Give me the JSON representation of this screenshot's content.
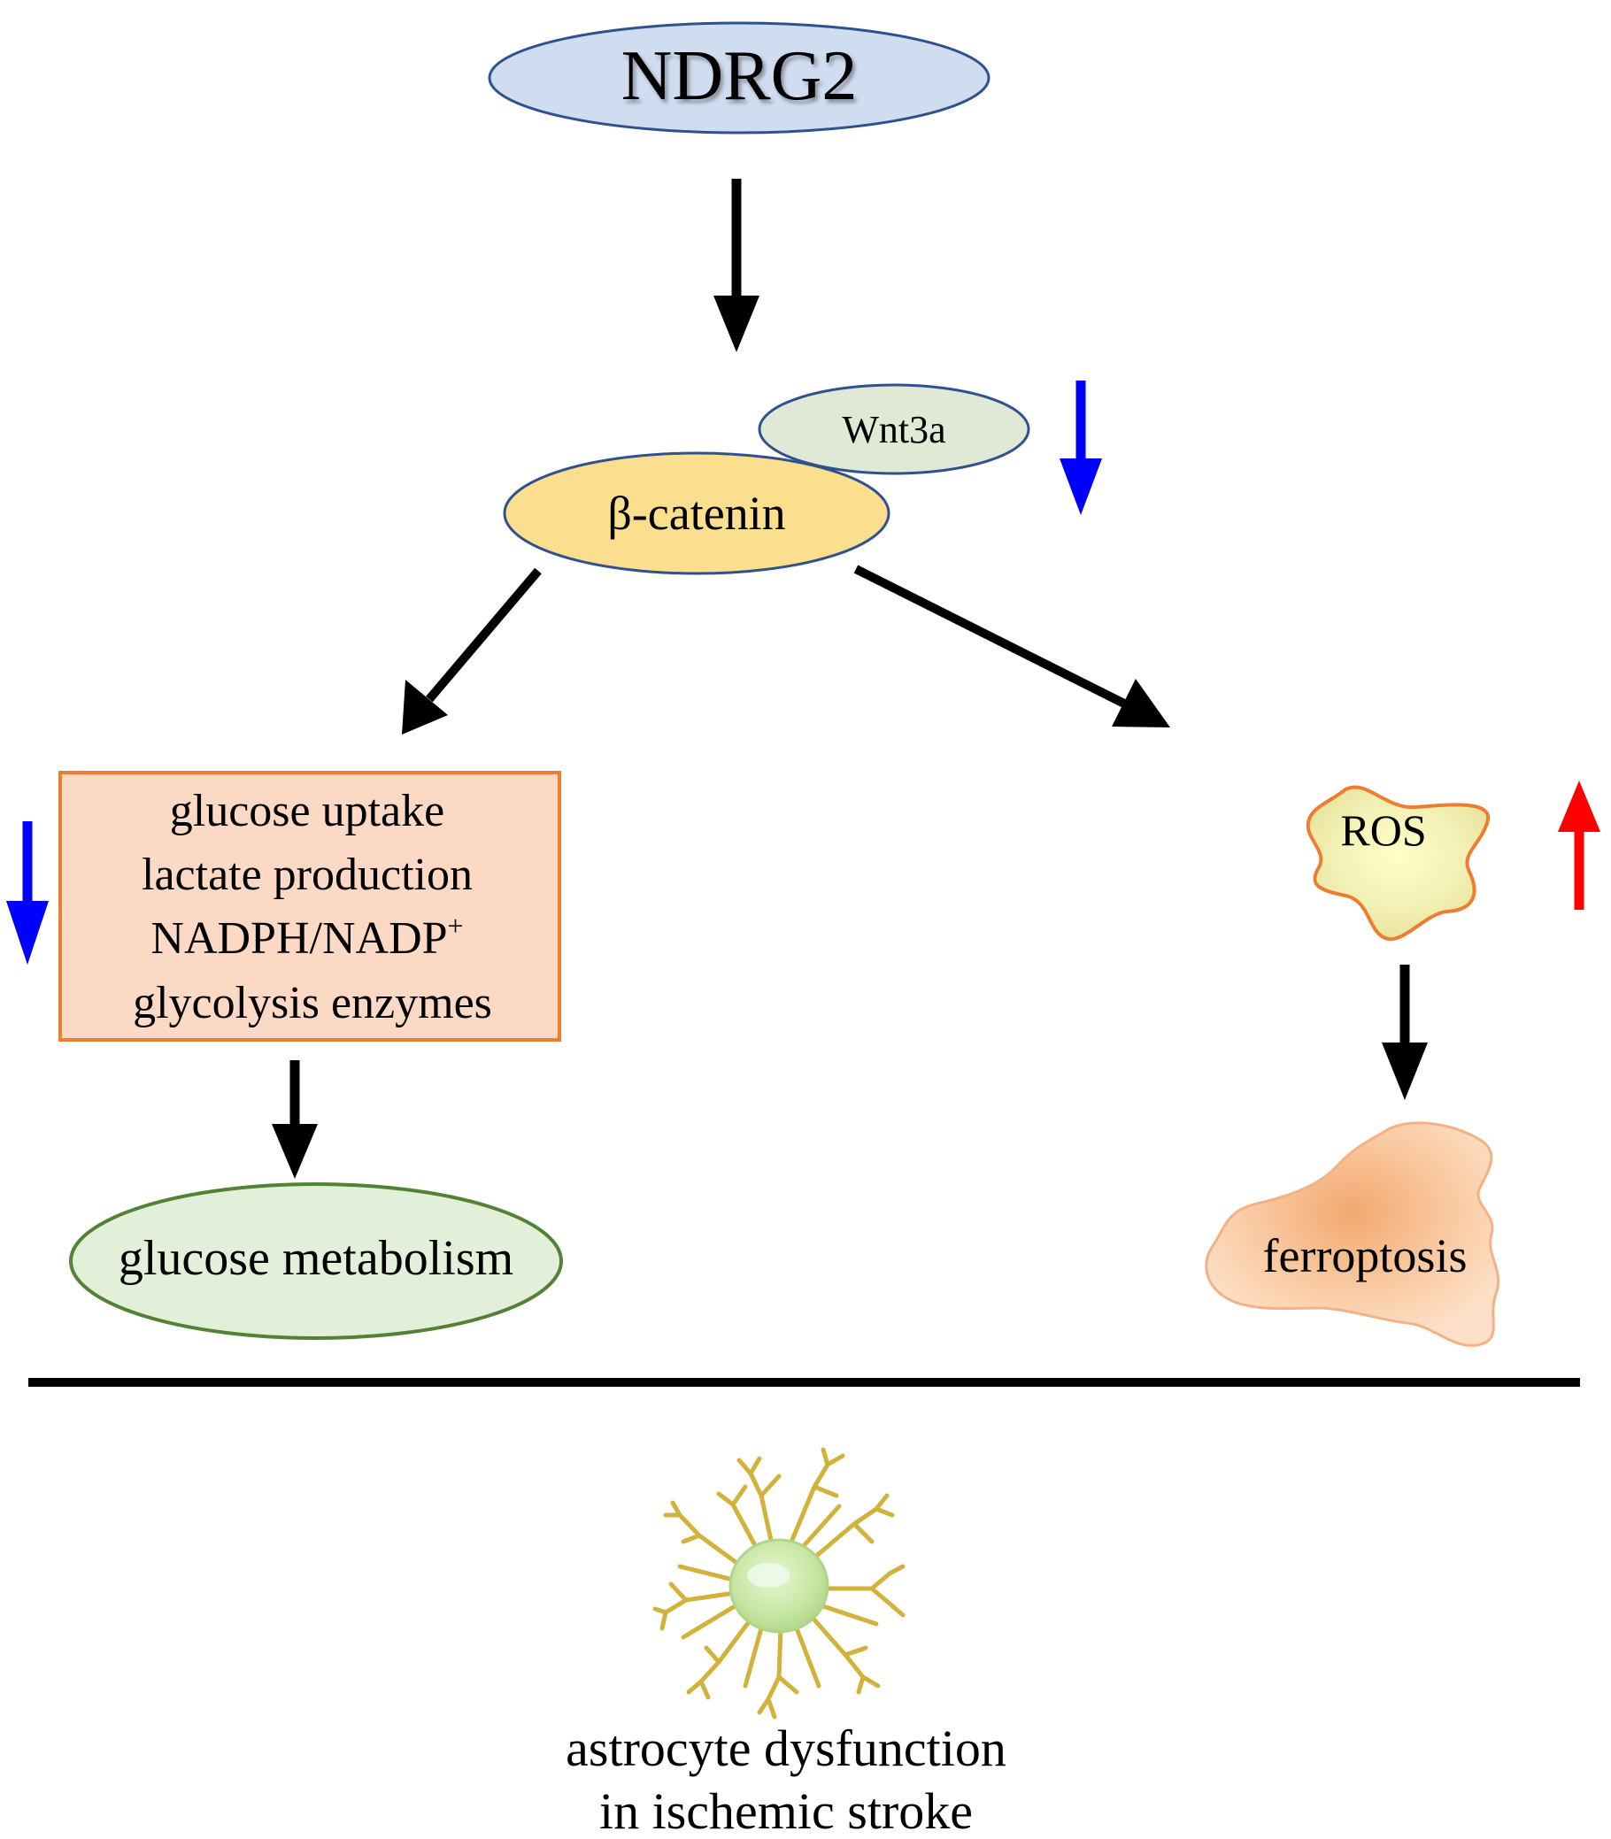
{
  "nodes": {
    "ndrg2": "NDRG2",
    "wnt3a": "Wnt3a",
    "beta_catenin": "β-catenin",
    "box_lines": [
      "glucose uptake",
      "lactate production",
      "NADPH/NADP",
      "glycolysis enzymes"
    ],
    "nadp_superscript": "+",
    "ros": "ROS",
    "glucose_metabolism": "glucose metabolism",
    "ferroptosis": "ferroptosis"
  },
  "caption": {
    "line1": "astrocyte dysfunction",
    "line2": "in ischemic stroke"
  },
  "indicators": {
    "beta_catenin_trend": "down",
    "box_trend": "down",
    "ros_trend": "up"
  },
  "colors": {
    "ndrg2_fill": "#d0dcf0",
    "ellipse_border": "#2f528f",
    "wnt3a_fill": "#dfe9d6",
    "beta_catenin_fill": "#fcde8f",
    "box_fill": "#fbd9c5",
    "box_border": "#ed7d31",
    "glucose_fill": "#e2efd9",
    "glucose_border": "#548235",
    "ros_border": "#ed7d31",
    "ferroptosis_fill": "#f8c49a",
    "down_arrow": "#0000ff",
    "up_arrow": "#ff0000",
    "flow_arrow": "#000000",
    "astrocyte_body": "#c9e8a8",
    "astrocyte_processes": "#d4b437"
  }
}
